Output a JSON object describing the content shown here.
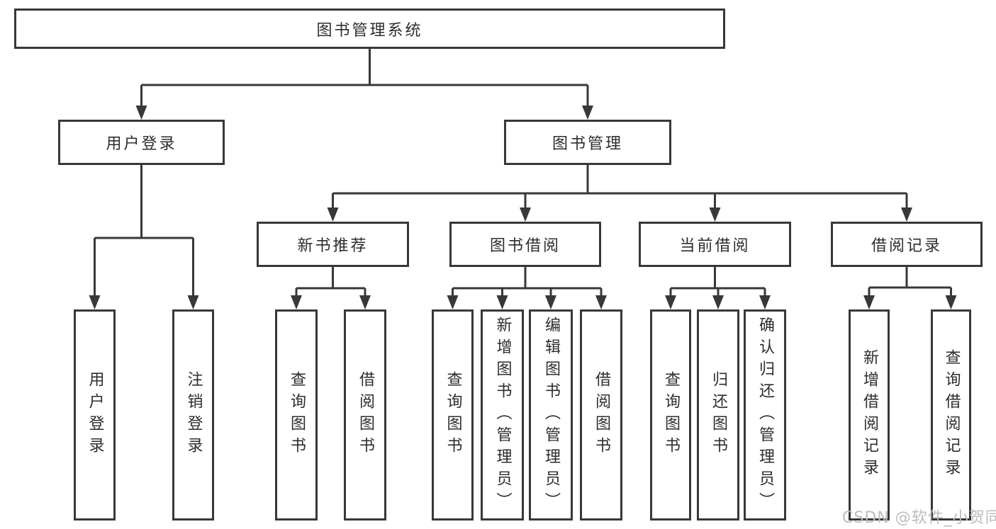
{
  "diagram": {
    "root": {
      "label": "图书管理系统"
    },
    "branches": [
      {
        "label": "用户登录",
        "children": [
          {
            "label": "用户登录"
          },
          {
            "label": "注销登录"
          }
        ]
      },
      {
        "label": "图书管理",
        "children": [
          {
            "label": "新书推荐",
            "children": [
              {
                "label": "查询图书"
              },
              {
                "label": "借阅图书"
              }
            ]
          },
          {
            "label": "图书借阅",
            "children": [
              {
                "label": "查询图书"
              },
              {
                "label": "新增图书（管理员）"
              },
              {
                "label": "编辑图书（管理员）"
              },
              {
                "label": "借阅图书"
              }
            ]
          },
          {
            "label": "当前借阅",
            "children": [
              {
                "label": "查询图书"
              },
              {
                "label": "归还图书"
              },
              {
                "label": "确认归还（管理员）"
              }
            ]
          },
          {
            "label": "借阅记录",
            "children": [
              {
                "label": "新增借阅记录"
              },
              {
                "label": "查询借阅记录"
              }
            ]
          }
        ]
      }
    ]
  },
  "style": {
    "line_color": "#383838",
    "text_color": "#2d2d2d",
    "watermark_color": "#bdbdbd",
    "background": "#ffffff"
  },
  "watermark": {
    "text": "CSDN @软件_小贺同学"
  }
}
